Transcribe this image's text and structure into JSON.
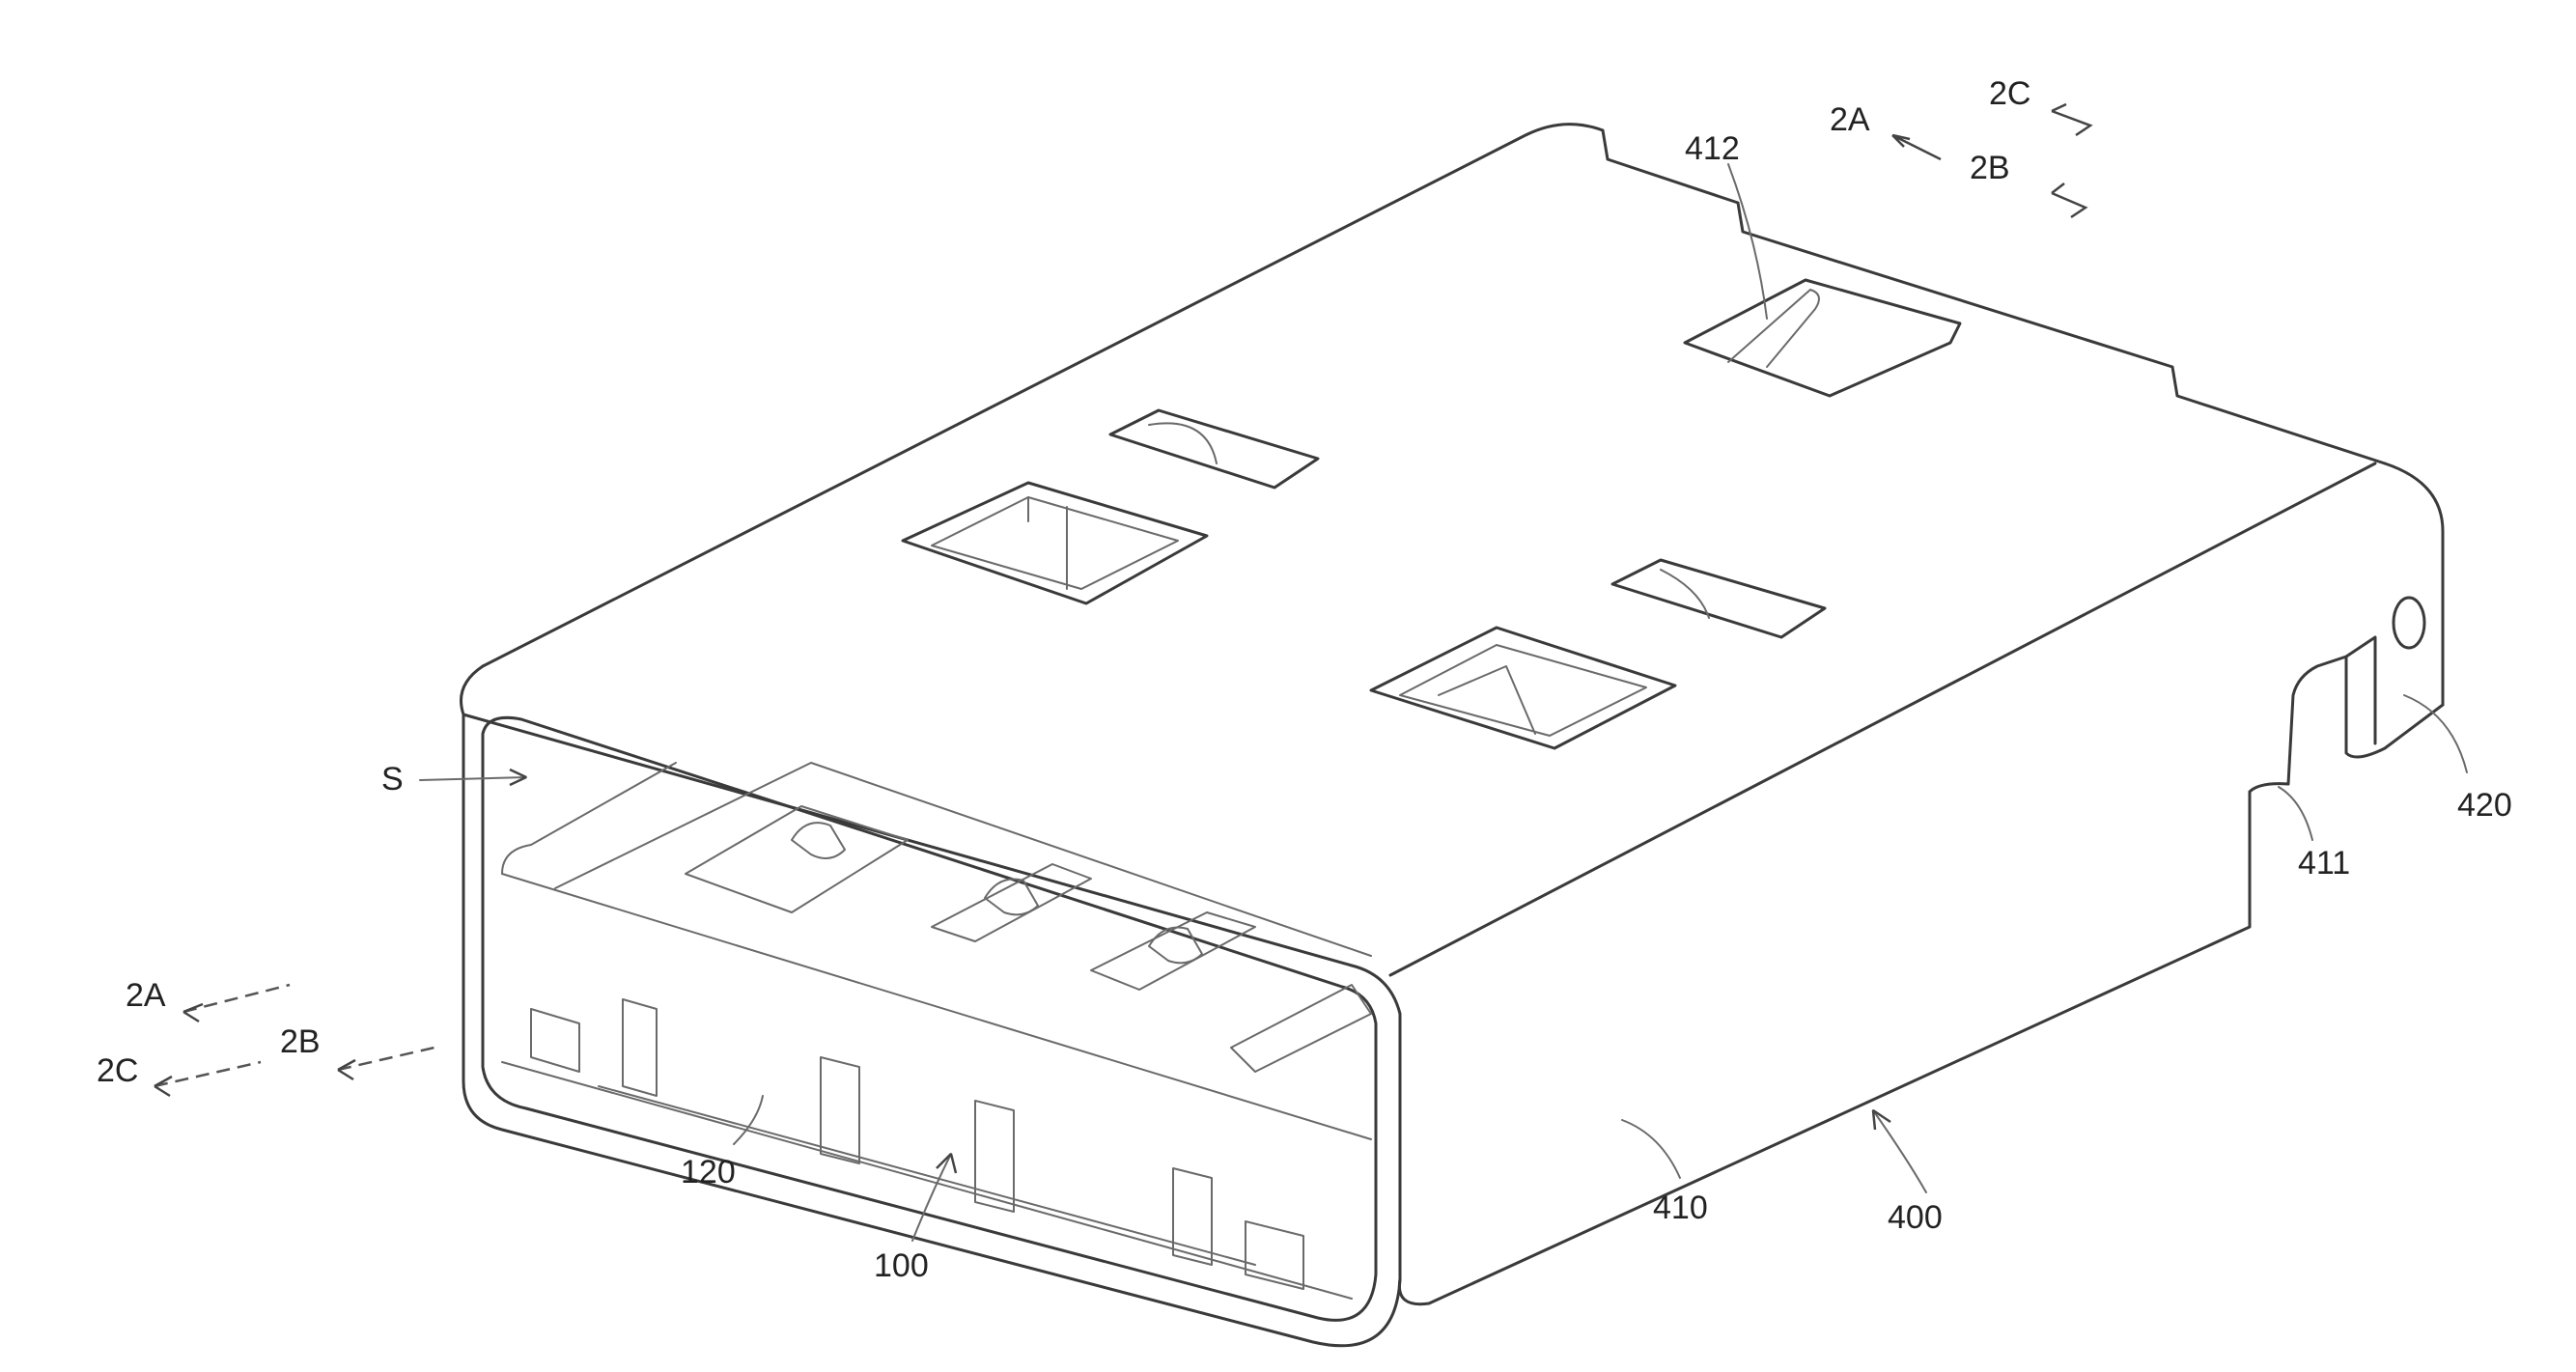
{
  "diagram": {
    "part_labels": {
      "connector": "100",
      "insulator": "120",
      "shell": "400",
      "shell_side": "410",
      "notch": "411",
      "top_opening": "412",
      "mount_tab": "420",
      "space": "S"
    },
    "section_labels": {
      "top_2a": "2A",
      "top_2b": "2B",
      "top_2c": "2C",
      "left_2a": "2A",
      "left_2b": "2B",
      "left_2c": "2C"
    }
  }
}
